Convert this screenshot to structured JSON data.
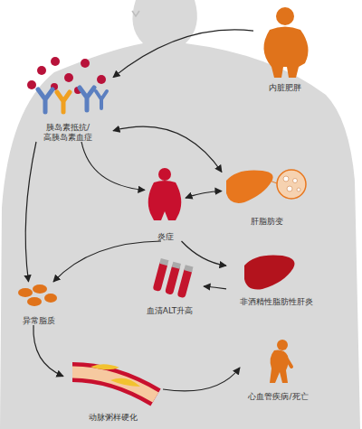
{
  "diagram": {
    "nodes": [
      {
        "text": [
          "内脏肥胖"
        ]
      },
      {
        "text": [
          "胰岛素抵抗/ 高胰岛素血症"
        ]
      },
      {
        "text": [
          "炎症"
        ]
      },
      {
        "text": [
          "肝脂肪变"
        ]
      },
      {
        "text": [
          "非酒精性脂肪性肝炎"
        ]
      },
      {
        "text": [
          "血清ALT升高"
        ]
      },
      {
        "text": [
          "异常脂质"
        ]
      },
      {
        "text": [
          "动脉粥样硬化"
        ]
      },
      {
        "text": [
          "心血管疾病/死亡"
        ]
      }
    ],
    "edges": [
      {
        "from": 0,
        "to": 1,
        "arrow": "to"
      },
      {
        "from": 1,
        "to": 3,
        "arrow": "both"
      },
      {
        "from": 1,
        "to": 2,
        "arrow": "to"
      },
      {
        "from": 1,
        "to": 6,
        "arrow": "to"
      },
      {
        "from": 3,
        "to": 2,
        "arrow": "both"
      },
      {
        "from": 2,
        "to": 6,
        "arrow": "to"
      },
      {
        "from": 2,
        "to": 4,
        "arrow": "to"
      },
      {
        "from": 4,
        "to": 5,
        "arrow": "to"
      },
      {
        "from": 6,
        "to": 7,
        "arrow": "to"
      },
      {
        "from": 7,
        "to": 8,
        "arrow": "to"
      }
    ]
  }
}
